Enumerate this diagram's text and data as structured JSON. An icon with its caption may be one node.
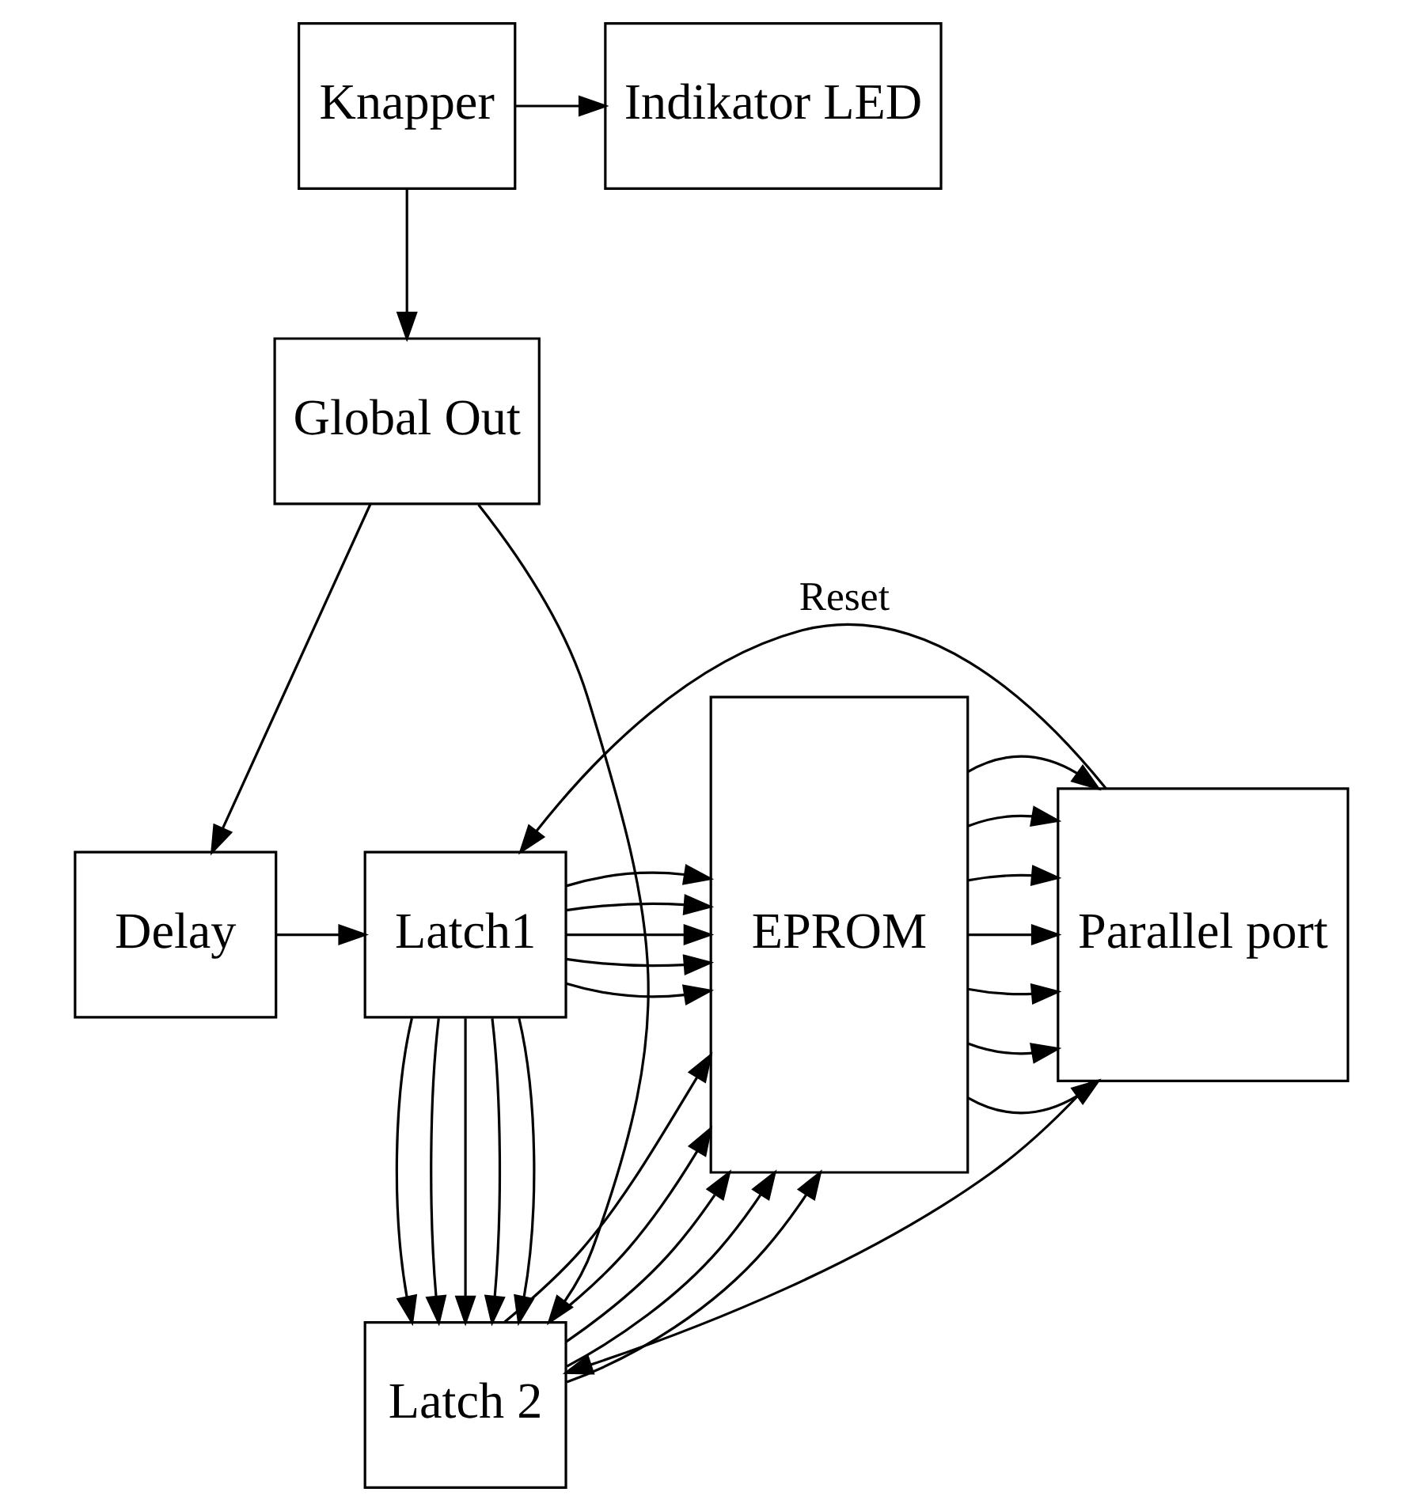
{
  "diagram": {
    "nodes": [
      {
        "text": [
          "Knapper"
        ]
      },
      {
        "text": [
          "Indikator LED"
        ]
      },
      {
        "text": [
          "Global Out"
        ]
      },
      {
        "text": [
          "Delay"
        ]
      },
      {
        "text": [
          "Latch1"
        ]
      },
      {
        "text": [
          "Latch 2"
        ]
      },
      {
        "text": [
          "EPROM"
        ]
      },
      {
        "text": [
          "Parallel port"
        ]
      }
    ],
    "edges": [
      {
        "from": 0,
        "to": 1,
        "arrow": "to"
      },
      {
        "from": 0,
        "to": 2,
        "arrow": "to"
      },
      {
        "from": 2,
        "to": 3,
        "arrow": "to"
      },
      {
        "from": 2,
        "to": 5,
        "arrow": "to"
      },
      {
        "from": 3,
        "to": 4,
        "arrow": "to"
      },
      {
        "from": 4,
        "to": 5,
        "arrow": "to"
      },
      {
        "from": 4,
        "to": 5,
        "arrow": "to"
      },
      {
        "from": 4,
        "to": 5,
        "arrow": "to"
      },
      {
        "from": 4,
        "to": 5,
        "arrow": "to"
      },
      {
        "from": 4,
        "to": 5,
        "arrow": "to"
      },
      {
        "from": 4,
        "to": 6,
        "arrow": "to"
      },
      {
        "from": 4,
        "to": 6,
        "arrow": "to"
      },
      {
        "from": 4,
        "to": 6,
        "arrow": "to"
      },
      {
        "from": 4,
        "to": 6,
        "arrow": "to"
      },
      {
        "from": 4,
        "to": 6,
        "arrow": "to"
      },
      {
        "from": 5,
        "to": 6,
        "arrow": "to"
      },
      {
        "from": 5,
        "to": 6,
        "arrow": "to"
      },
      {
        "from": 5,
        "to": 6,
        "arrow": "to"
      },
      {
        "from": 5,
        "to": 6,
        "arrow": "to"
      },
      {
        "from": 5,
        "to": 6,
        "arrow": "to"
      },
      {
        "from": 6,
        "to": 7,
        "arrow": "to"
      },
      {
        "from": 6,
        "to": 7,
        "arrow": "to"
      },
      {
        "from": 6,
        "to": 7,
        "arrow": "to"
      },
      {
        "from": 6,
        "to": 7,
        "arrow": "to"
      },
      {
        "from": 6,
        "to": 7,
        "arrow": "to"
      },
      {
        "from": 6,
        "to": 7,
        "arrow": "to"
      },
      {
        "from": 6,
        "to": 7,
        "arrow": "to"
      },
      {
        "from": 7,
        "to": 4,
        "arrow": "to",
        "label": "Reset"
      },
      {
        "from": 7,
        "to": 5,
        "arrow": "to"
      }
    ]
  }
}
